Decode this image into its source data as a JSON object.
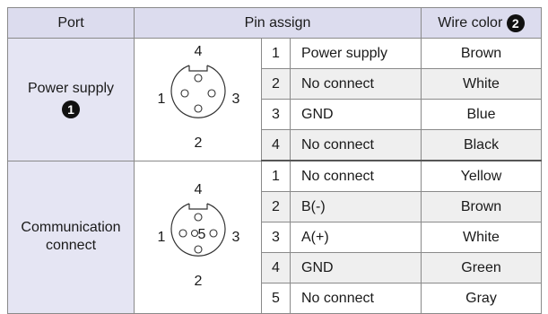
{
  "header": {
    "port": "Port",
    "pin_assign": "Pin assign",
    "wire_color": "Wire color",
    "wire_color_badge": "2"
  },
  "groups": [
    {
      "port_line1": "Power supply",
      "port_line2": "",
      "badge": "1",
      "connector_labels": {
        "top": "4",
        "left": "1",
        "right": "3",
        "bottom": "2",
        "center": ""
      },
      "pins": [
        {
          "num": "1",
          "name": "Power supply",
          "color": "Brown"
        },
        {
          "num": "2",
          "name": "No connect",
          "color": "White"
        },
        {
          "num": "3",
          "name": "GND",
          "color": "Blue"
        },
        {
          "num": "4",
          "name": "No connect",
          "color": "Black"
        }
      ]
    },
    {
      "port_line1": "Communication",
      "port_line2": "connect",
      "badge": "",
      "connector_labels": {
        "top": "4",
        "left": "1",
        "right": "3",
        "bottom": "2",
        "center": "5"
      },
      "pins": [
        {
          "num": "1",
          "name": "No connect",
          "color": "Yellow"
        },
        {
          "num": "2",
          "name": "B(-)",
          "color": "Brown"
        },
        {
          "num": "3",
          "name": "A(+)",
          "color": "White"
        },
        {
          "num": "4",
          "name": "GND",
          "color": "Green"
        },
        {
          "num": "5",
          "name": "No connect",
          "color": "Gray"
        }
      ]
    }
  ],
  "colors": {
    "header_bg": "#dcdcee",
    "port_bg": "#e5e5f3",
    "shade_row": "#efefef",
    "border": "#8a8a8a"
  }
}
